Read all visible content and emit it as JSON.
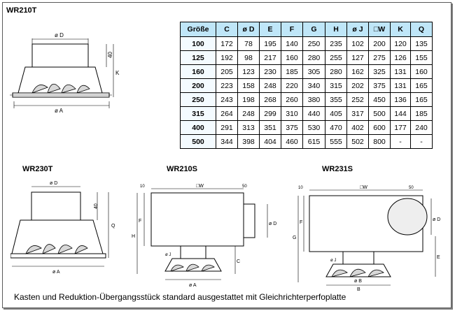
{
  "title_main": "WR210T",
  "title_bottom_left": "WR230T",
  "title_bottom_mid": "WR210S",
  "title_bottom_right": "WR231S",
  "table": {
    "headers": [
      "Größe",
      "C",
      "ø D",
      "E",
      "F",
      "G",
      "H",
      "ø J",
      "□W",
      "K",
      "Q"
    ],
    "rows": [
      [
        "100",
        "172",
        "78",
        "195",
        "140",
        "250",
        "235",
        "102",
        "200",
        "120",
        "135"
      ],
      [
        "125",
        "192",
        "98",
        "217",
        "160",
        "280",
        "255",
        "127",
        "275",
        "126",
        "155"
      ],
      [
        "160",
        "205",
        "123",
        "230",
        "185",
        "305",
        "280",
        "162",
        "325",
        "131",
        "160"
      ],
      [
        "200",
        "223",
        "158",
        "248",
        "220",
        "340",
        "315",
        "202",
        "375",
        "131",
        "165"
      ],
      [
        "250",
        "243",
        "198",
        "268",
        "260",
        "380",
        "355",
        "252",
        "450",
        "136",
        "165"
      ],
      [
        "315",
        "264",
        "248",
        "299",
        "310",
        "440",
        "405",
        "317",
        "500",
        "144",
        "185"
      ],
      [
        "400",
        "291",
        "313",
        "351",
        "375",
        "530",
        "470",
        "402",
        "600",
        "177",
        "240"
      ],
      [
        "500",
        "344",
        "398",
        "404",
        "460",
        "615",
        "555",
        "502",
        "800",
        "-",
        "-"
      ]
    ]
  },
  "dims": {
    "phi_d": "ø D",
    "phi_a": "ø A",
    "k": "K",
    "forty": "40",
    "c": "C",
    "q": "Q",
    "square_w": "□W",
    "fifty": "50",
    "ten": "10",
    "f": "F",
    "h": "H",
    "phi_j": "ø J",
    "e": "E",
    "g": "G",
    "phi_b": "ø B",
    "b": "B",
    "phi_a2": "ø A"
  },
  "caption": "Kasten und Reduktion-Übergangsstück standard ausgestattet mit Gleichrichterperfoplatte"
}
